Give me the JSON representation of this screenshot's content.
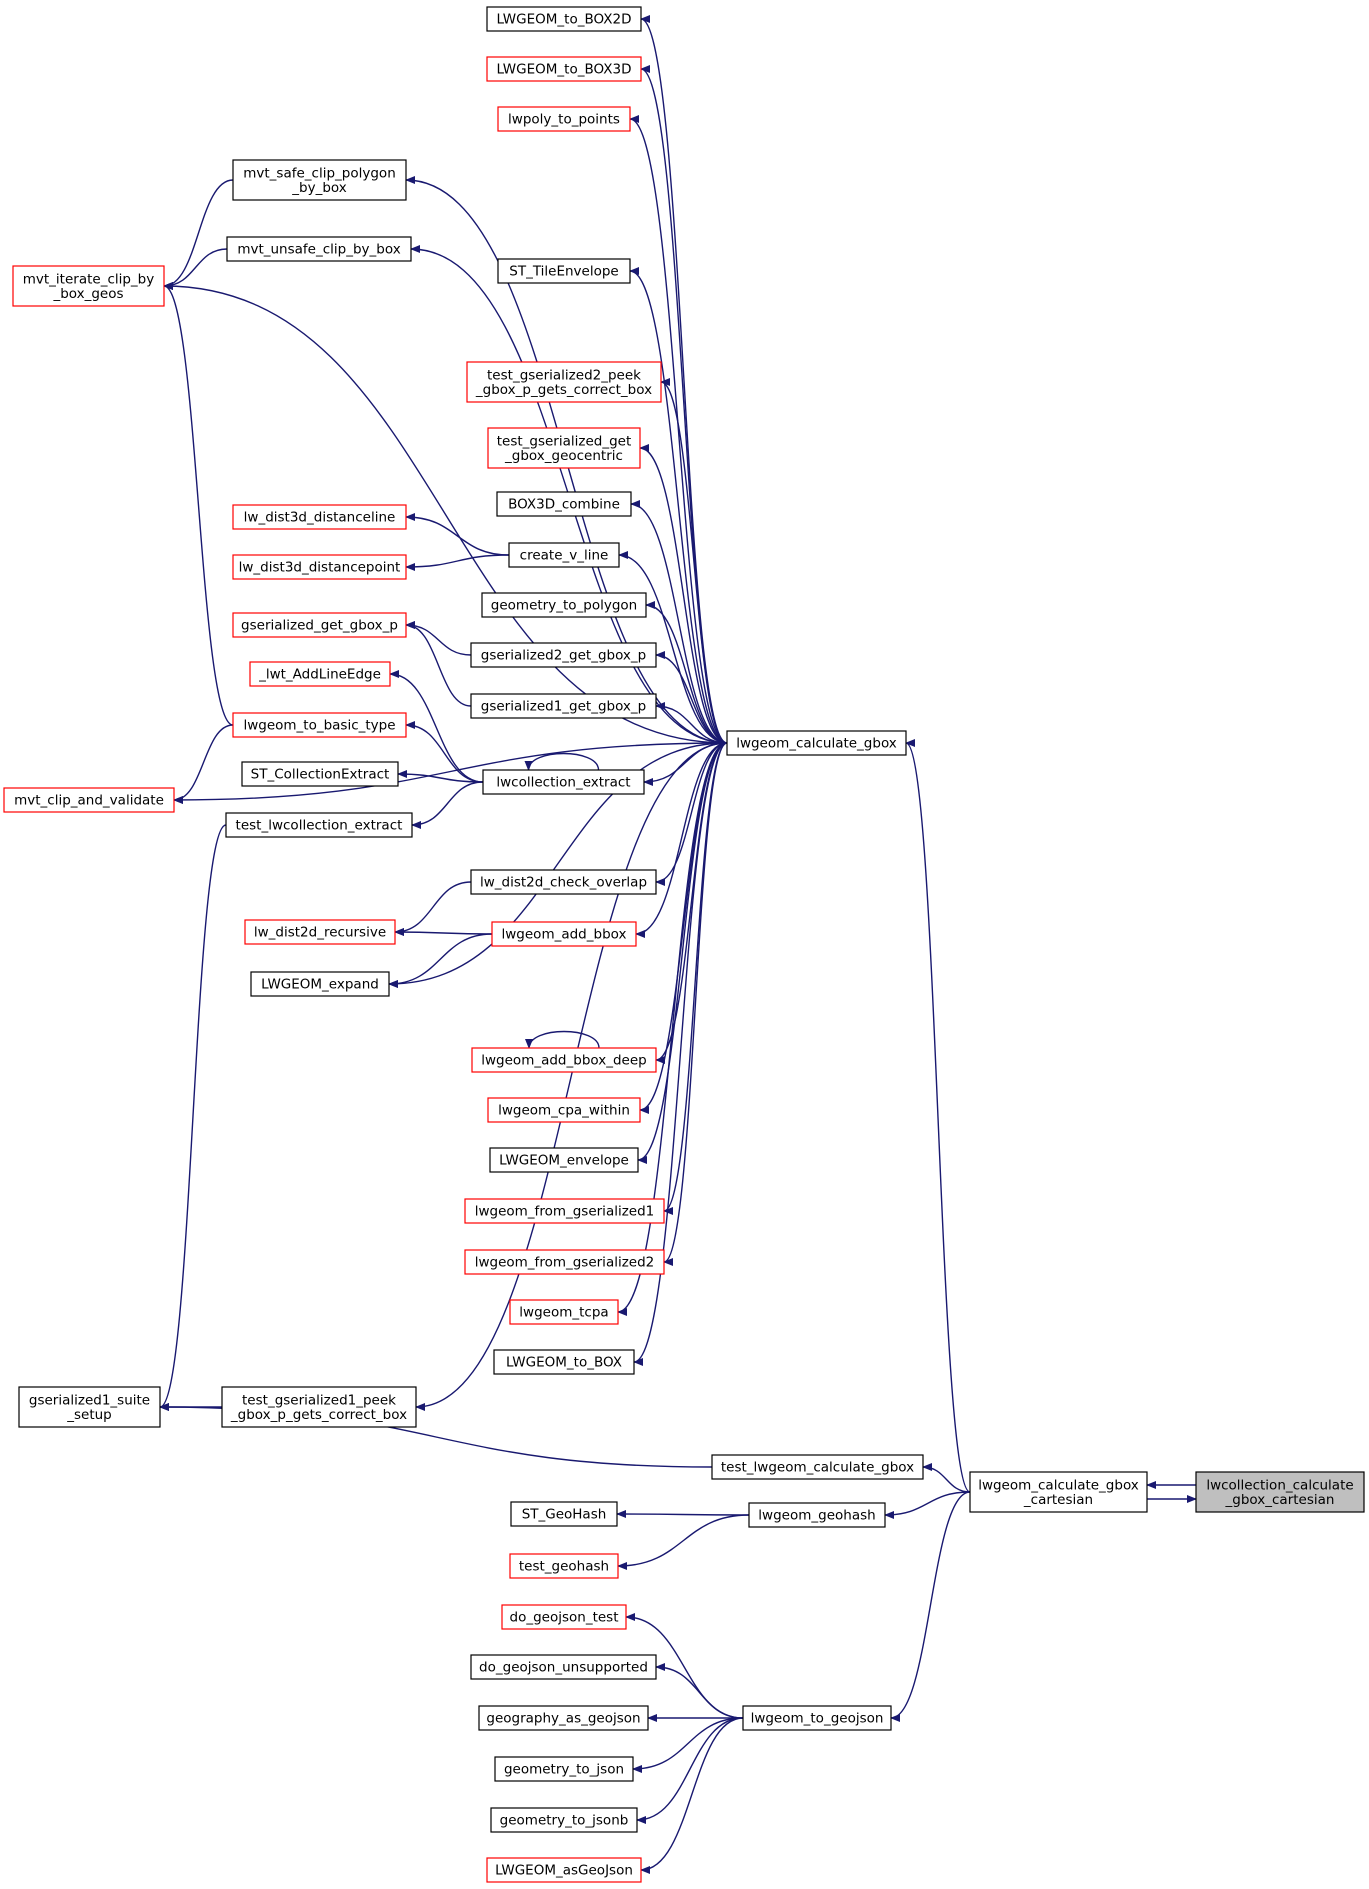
{
  "colors": {
    "edge": "#191970",
    "border_default": "#000000",
    "border_red": "#ff0000",
    "highlight_fill": "#bfbfbf"
  },
  "nodes": [
    {
      "id": "box2d",
      "lines": [
        "LWGEOM_to_BOX2D"
      ],
      "style": "black"
    },
    {
      "id": "box3d",
      "lines": [
        "LWGEOM_to_BOX3D"
      ],
      "style": "red"
    },
    {
      "id": "polypts",
      "lines": [
        "lwpoly_to_points"
      ],
      "style": "red"
    },
    {
      "id": "mvtsafe",
      "lines": [
        "mvt_safe_clip_polygon",
        "_by_box"
      ],
      "style": "black"
    },
    {
      "id": "mvtunsafe",
      "lines": [
        "mvt_unsafe_clip_by_box"
      ],
      "style": "black"
    },
    {
      "id": "mvtiter",
      "lines": [
        "mvt_iterate_clip_by",
        "_box_geos"
      ],
      "style": "red"
    },
    {
      "id": "tileenv",
      "lines": [
        "ST_TileEnvelope"
      ],
      "style": "black"
    },
    {
      "id": "tgs2peek",
      "lines": [
        "test_gserialized2_peek",
        "_gbox_p_gets_correct_box"
      ],
      "style": "red"
    },
    {
      "id": "tgsgeoc",
      "lines": [
        "test_gserialized_get",
        "_gbox_geocentric"
      ],
      "style": "red"
    },
    {
      "id": "box3dcomb",
      "lines": [
        "BOX3D_combine"
      ],
      "style": "black"
    },
    {
      "id": "dist3dline",
      "lines": [
        "lw_dist3d_distanceline"
      ],
      "style": "red"
    },
    {
      "id": "createv",
      "lines": [
        "create_v_line"
      ],
      "style": "black"
    },
    {
      "id": "dist3dpt",
      "lines": [
        "lw_dist3d_distancepoint"
      ],
      "style": "red"
    },
    {
      "id": "geomtopoly",
      "lines": [
        "geometry_to_polygon"
      ],
      "style": "black"
    },
    {
      "id": "gsgetgbox",
      "lines": [
        "gserialized_get_gbox_p"
      ],
      "style": "red"
    },
    {
      "id": "gs2get",
      "lines": [
        "gserialized2_get_gbox_p"
      ],
      "style": "black"
    },
    {
      "id": "addlineedge",
      "lines": [
        "_lwt_AddLineEdge"
      ],
      "style": "red"
    },
    {
      "id": "gs1get",
      "lines": [
        "gserialized1_get_gbox_p"
      ],
      "style": "black"
    },
    {
      "id": "tobasic",
      "lines": [
        "lwgeom_to_basic_type"
      ],
      "style": "red"
    },
    {
      "id": "calcgbox",
      "lines": [
        "lwgeom_calculate_gbox"
      ],
      "style": "black"
    },
    {
      "id": "collextr",
      "lines": [
        "ST_CollectionExtract"
      ],
      "style": "black"
    },
    {
      "id": "lwcollextr",
      "lines": [
        "lwcollection_extract"
      ],
      "style": "black"
    },
    {
      "id": "mvtclip",
      "lines": [
        "mvt_clip_and_validate"
      ],
      "style": "red"
    },
    {
      "id": "testcollextr",
      "lines": [
        "test_lwcollection_extract"
      ],
      "style": "black"
    },
    {
      "id": "dist2dcheck",
      "lines": [
        "lw_dist2d_check_overlap"
      ],
      "style": "black"
    },
    {
      "id": "dist2drec",
      "lines": [
        "lw_dist2d_recursive"
      ],
      "style": "red"
    },
    {
      "id": "addbbox",
      "lines": [
        "lwgeom_add_bbox"
      ],
      "style": "red"
    },
    {
      "id": "lwexpand",
      "lines": [
        "LWGEOM_expand"
      ],
      "style": "black"
    },
    {
      "id": "addbboxdeep",
      "lines": [
        "lwgeom_add_bbox_deep"
      ],
      "style": "red"
    },
    {
      "id": "cpawithin",
      "lines": [
        "lwgeom_cpa_within"
      ],
      "style": "red"
    },
    {
      "id": "lwenvelope",
      "lines": [
        "LWGEOM_envelope"
      ],
      "style": "black"
    },
    {
      "id": "fromgs1",
      "lines": [
        "lwgeom_from_gserialized1"
      ],
      "style": "red"
    },
    {
      "id": "fromgs2",
      "lines": [
        "lwgeom_from_gserialized2"
      ],
      "style": "red"
    },
    {
      "id": "tcpa",
      "lines": [
        "lwgeom_tcpa"
      ],
      "style": "red"
    },
    {
      "id": "tobox",
      "lines": [
        "LWGEOM_to_BOX"
      ],
      "style": "black"
    },
    {
      "id": "gs1suite",
      "lines": [
        "gserialized1_suite",
        "_setup"
      ],
      "style": "black"
    },
    {
      "id": "tgs1peek",
      "lines": [
        "test_gserialized1_peek",
        "_gbox_p_gets_correct_box"
      ],
      "style": "black"
    },
    {
      "id": "testcalc",
      "lines": [
        "test_lwgeom_calculate_gbox"
      ],
      "style": "black"
    },
    {
      "id": "calccart",
      "lines": [
        "lwgeom_calculate_gbox",
        "_cartesian"
      ],
      "style": "black"
    },
    {
      "id": "target",
      "lines": [
        "lwcollection_calculate",
        "_gbox_cartesian"
      ],
      "style": "highlight"
    },
    {
      "id": "stgeohash",
      "lines": [
        "ST_GeoHash"
      ],
      "style": "black"
    },
    {
      "id": "lwgeohash",
      "lines": [
        "lwgeom_geohash"
      ],
      "style": "black"
    },
    {
      "id": "testgeohash",
      "lines": [
        "test_geohash"
      ],
      "style": "red"
    },
    {
      "id": "dogeojsontest",
      "lines": [
        "do_geojson_test"
      ],
      "style": "red"
    },
    {
      "id": "dogeojsonunsup",
      "lines": [
        "do_geojson_unsupported"
      ],
      "style": "black"
    },
    {
      "id": "geogasgeojson",
      "lines": [
        "geography_as_geojson"
      ],
      "style": "black"
    },
    {
      "id": "togeojson",
      "lines": [
        "lwgeom_to_geojson"
      ],
      "style": "black"
    },
    {
      "id": "geomtojson",
      "lines": [
        "geometry_to_json"
      ],
      "style": "black"
    },
    {
      "id": "geomtojsonb",
      "lines": [
        "geometry_to_jsonb"
      ],
      "style": "black"
    },
    {
      "id": "asgeojson",
      "lines": [
        "LWGEOM_asGeoJson"
      ],
      "style": "red"
    }
  ],
  "edges": [
    [
      "box2d",
      "calcgbox"
    ],
    [
      "box3d",
      "calcgbox"
    ],
    [
      "polypts",
      "calcgbox"
    ],
    [
      "mvtsafe",
      "calcgbox"
    ],
    [
      "mvtunsafe",
      "calcgbox"
    ],
    [
      "mvtiter",
      "calcgbox"
    ],
    [
      "tileenv",
      "calcgbox"
    ],
    [
      "tgs2peek",
      "calcgbox"
    ],
    [
      "tgsgeoc",
      "calcgbox"
    ],
    [
      "box3dcomb",
      "calcgbox"
    ],
    [
      "createv",
      "calcgbox"
    ],
    [
      "geomtopoly",
      "calcgbox"
    ],
    [
      "gs2get",
      "calcgbox"
    ],
    [
      "gs1get",
      "calcgbox"
    ],
    [
      "lwcollextr",
      "calcgbox"
    ],
    [
      "mvtclip",
      "calcgbox"
    ],
    [
      "dist2dcheck",
      "calcgbox"
    ],
    [
      "addbbox",
      "calcgbox"
    ],
    [
      "lwexpand",
      "calcgbox"
    ],
    [
      "addbboxdeep",
      "calcgbox"
    ],
    [
      "cpawithin",
      "calcgbox"
    ],
    [
      "lwenvelope",
      "calcgbox"
    ],
    [
      "fromgs1",
      "calcgbox"
    ],
    [
      "fromgs2",
      "calcgbox"
    ],
    [
      "tcpa",
      "calcgbox"
    ],
    [
      "tobox",
      "calcgbox"
    ],
    [
      "tgs1peek",
      "calcgbox"
    ],
    [
      "mvtiter",
      "mvtsafe"
    ],
    [
      "mvtiter",
      "mvtunsafe"
    ],
    [
      "mvtiter",
      "tobasic"
    ],
    [
      "dist3dline",
      "createv"
    ],
    [
      "dist3dpt",
      "createv"
    ],
    [
      "gsgetgbox",
      "gs2get"
    ],
    [
      "gsgetgbox",
      "gs1get"
    ],
    [
      "addlineedge",
      "lwcollextr"
    ],
    [
      "tobasic",
      "lwcollextr"
    ],
    [
      "collextr",
      "lwcollextr"
    ],
    [
      "testcollextr",
      "lwcollextr"
    ],
    [
      "lwcollextr",
      "lwcollextr"
    ],
    [
      "mvtclip",
      "tobasic"
    ],
    [
      "gs1suite",
      "testcollextr"
    ],
    [
      "gs1suite",
      "tgs1peek"
    ],
    [
      "gs1suite",
      "testcalc"
    ],
    [
      "dist2drec",
      "dist2dcheck"
    ],
    [
      "dist2drec",
      "addbbox"
    ],
    [
      "lwexpand",
      "addbbox"
    ],
    [
      "addbboxdeep",
      "addbboxdeep"
    ],
    [
      "calcgbox",
      "calccart"
    ],
    [
      "testcalc",
      "calccart"
    ],
    [
      "lwgeohash",
      "calccart"
    ],
    [
      "togeojson",
      "calccart"
    ],
    [
      "calccart",
      "target"
    ],
    [
      "target",
      "calccart"
    ],
    [
      "stgeohash",
      "lwgeohash"
    ],
    [
      "testgeohash",
      "lwgeohash"
    ],
    [
      "dogeojsontest",
      "togeojson"
    ],
    [
      "dogeojsonunsup",
      "togeojson"
    ],
    [
      "geogasgeojson",
      "togeojson"
    ],
    [
      "geomtojson",
      "togeojson"
    ],
    [
      "geomtojsonb",
      "togeojson"
    ],
    [
      "asgeojson",
      "togeojson"
    ]
  ]
}
